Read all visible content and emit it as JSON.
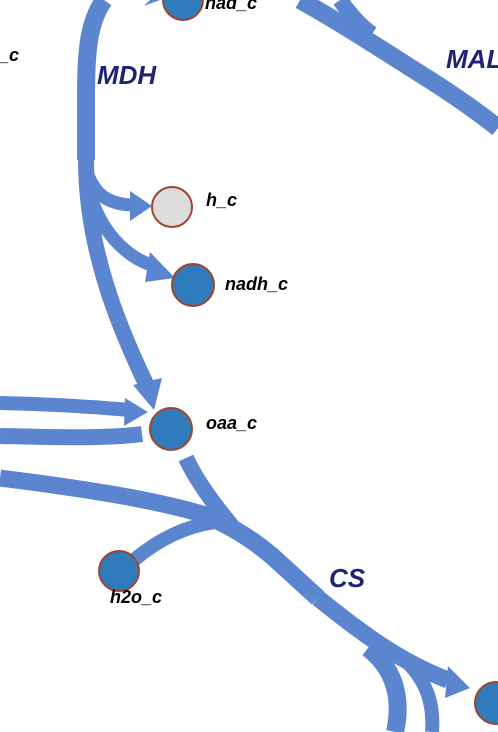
{
  "colors": {
    "edge": "#5b85cf",
    "node_primary": "#2f7bbb",
    "node_secondary": "#dcdcdc",
    "node_stroke": "#a0452b",
    "reaction_label": "#1d2472",
    "metabolite_label": "#000000"
  },
  "reactions": {
    "mdh": "MDH",
    "mal": "MAL",
    "cs": "CS"
  },
  "metabolites": {
    "nad": "nad_c",
    "partial_left": "p_c",
    "h": "h_c",
    "nadh": "nadh_c",
    "oaa": "oaa_c",
    "h2o": "h2o_c"
  }
}
